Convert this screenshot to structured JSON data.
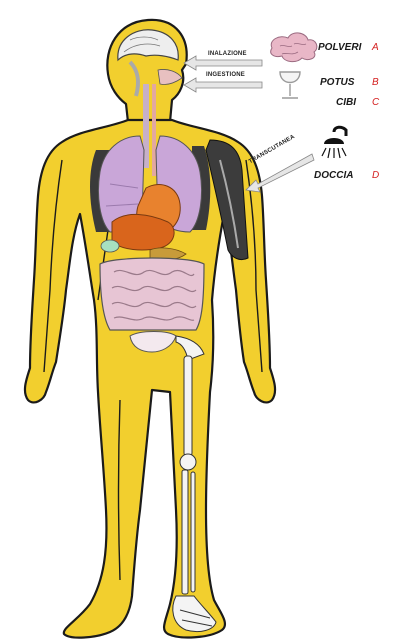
{
  "routes": [
    {
      "key": "inalazione",
      "label": "INALAZIONE"
    },
    {
      "key": "ingestione",
      "label": "INGESTIONE"
    },
    {
      "key": "transcutanea",
      "label": "TRANSCUTANEA"
    }
  ],
  "legend": [
    {
      "name": "POLVERI",
      "code": "A",
      "icon": "dust-cloud-icon"
    },
    {
      "name": "POTUS",
      "code": "B",
      "icon": "wine-glass-icon"
    },
    {
      "name": "CIBI",
      "code": "C",
      "icon": ""
    },
    {
      "name": "DOCCIA",
      "code": "D",
      "icon": "shower-icon"
    }
  ],
  "colors": {
    "skin": "#f2cf2e",
    "outline": "#1b1b1b",
    "lungs": "#c9a6d8",
    "liver": "#d9651c",
    "stomach": "#e8822e",
    "intestine": "#e7c5d4",
    "bone": "#f4f4f4",
    "code_red": "#d42020"
  }
}
